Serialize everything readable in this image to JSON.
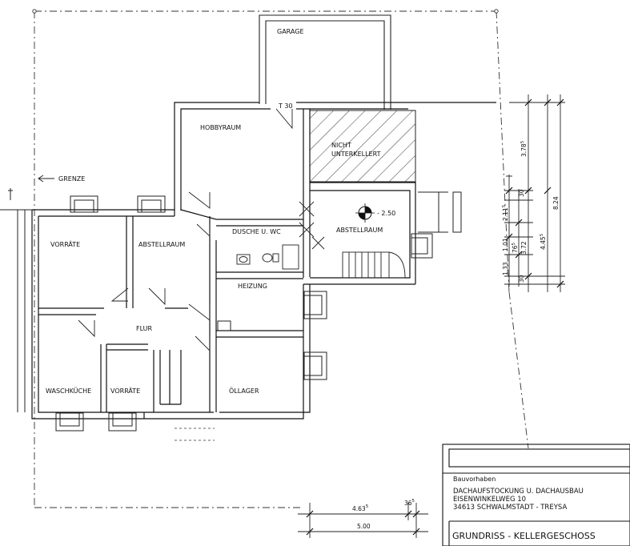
{
  "rooms": {
    "garage": "GARAGE",
    "t30": "T 30",
    "hobbyraum": "HOBBYRAUM",
    "nicht_1": "NICHT",
    "nicht_2": "UNTERKELLERT",
    "grenze": "GRENZE",
    "vorraete_top": "VORRÄTE",
    "abstellraum_left": "ABSTELLRAUM",
    "dusche": "DUSCHE U. WC",
    "abstellraum_right": "ABSTELLRAUM",
    "level": "- 2.50",
    "heizung": "HEIZUNG",
    "flur": "FLUR",
    "waschkueche": "WASCHKÜCHE",
    "vorraete_bottom": "VORRÄTE",
    "oellager": "ÖLLAGER"
  },
  "dims_right": {
    "d378": "3.78",
    "d378_sup": "5",
    "d824": "8.24",
    "d211": "2.11",
    "d211_sup": "5",
    "d30a": "30",
    "d101": "1.01",
    "d76": "76",
    "d76_sup": "5",
    "d372": "3.72",
    "d445": "4.45",
    "d445_sup": "5",
    "d133": "1.33",
    "d30b": "30"
  },
  "dims_bottom": {
    "d463": "4.63",
    "d463_sup": "5",
    "d36": "36",
    "d36_sup": "5",
    "d500": "5.00"
  },
  "title_block": {
    "heading": "Bauvorhaben",
    "line1": "DACHAUFSTOCKUNG U. DACHAUSBAU",
    "line2": "EISENWINKELWEG 10",
    "line3": "34613 SCHWALMSTADT - TREYSA",
    "sheet_title": "GRUNDRISS - KELLERGESCHOSS"
  }
}
